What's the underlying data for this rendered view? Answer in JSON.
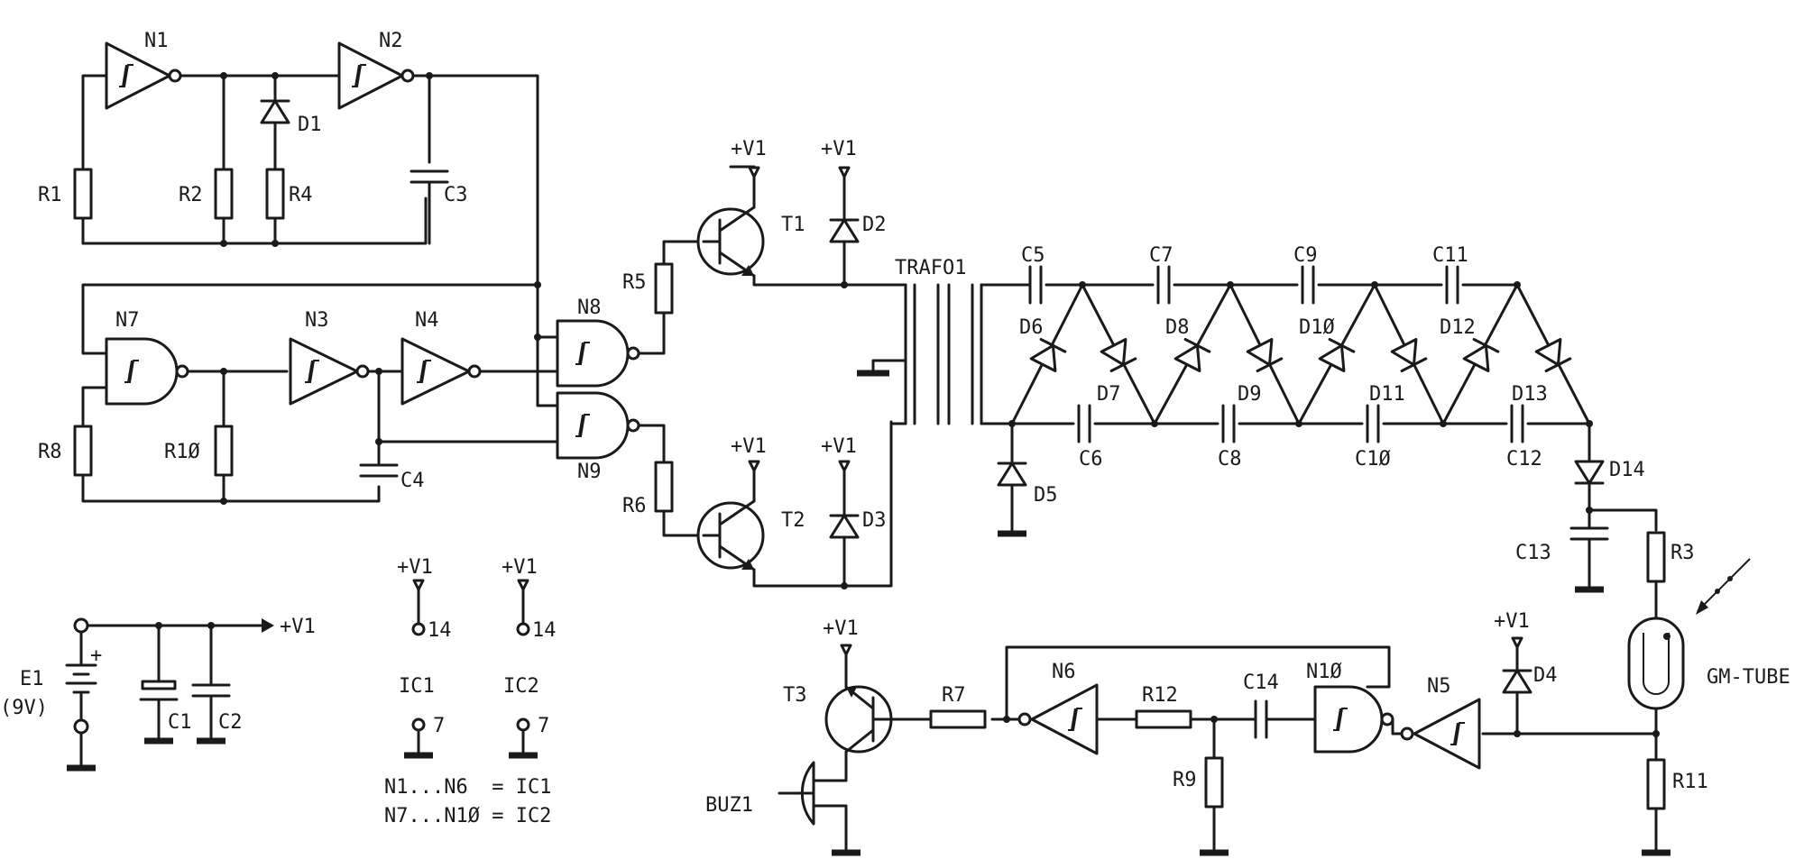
{
  "diagram": {
    "gates": {
      "n1": "N1",
      "n2": "N2",
      "n3": "N3",
      "n4": "N4",
      "n5": "N5",
      "n6": "N6",
      "n7": "N7",
      "n8": "N8",
      "n9": "N9",
      "n10": "N1Ø"
    },
    "resistors": {
      "r1": "R1",
      "r2": "R2",
      "r3": "R3",
      "r4": "R4",
      "r5": "R5",
      "r6": "R6",
      "r7": "R7",
      "r8": "R8",
      "r9": "R9",
      "r10": "R1Ø",
      "r11": "R11",
      "r12": "R12"
    },
    "capacitors": {
      "c1": "C1",
      "c2": "C2",
      "c3": "C3",
      "c4": "C4",
      "c5": "C5",
      "c6": "C6",
      "c7": "C7",
      "c8": "C8",
      "c9": "C9",
      "c10": "C1Ø",
      "c11": "C11",
      "c12": "C12",
      "c13": "C13",
      "c14": "C14"
    },
    "diodes": {
      "d1": "D1",
      "d2": "D2",
      "d3": "D3",
      "d4": "D4",
      "d5": "D5",
      "d6": "D6",
      "d7": "D7",
      "d8": "D8",
      "d9": "D9",
      "d10": "D1Ø",
      "d11": "D11",
      "d12": "D12",
      "d13": "D13",
      "d14": "D14"
    },
    "transistors": {
      "t1": "T1",
      "t2": "T2",
      "t3": "T3"
    },
    "transformer": "TRAFO1",
    "tube": "GM-TUBE",
    "buzzer": "BUZ1",
    "battery": {
      "name": "E1",
      "voltage": "(9V)",
      "plus": "+"
    },
    "supply": "+V1",
    "ic1": {
      "name": "IC1",
      "pin_top": "14",
      "pin_bottom": "7",
      "supply": "+V1"
    },
    "ic2": {
      "name": "IC2",
      "pin_top": "14",
      "pin_bottom": "7",
      "supply": "+V1"
    },
    "notes": [
      "N1...N6  = IC1",
      "N7...N1Ø = IC2"
    ]
  }
}
